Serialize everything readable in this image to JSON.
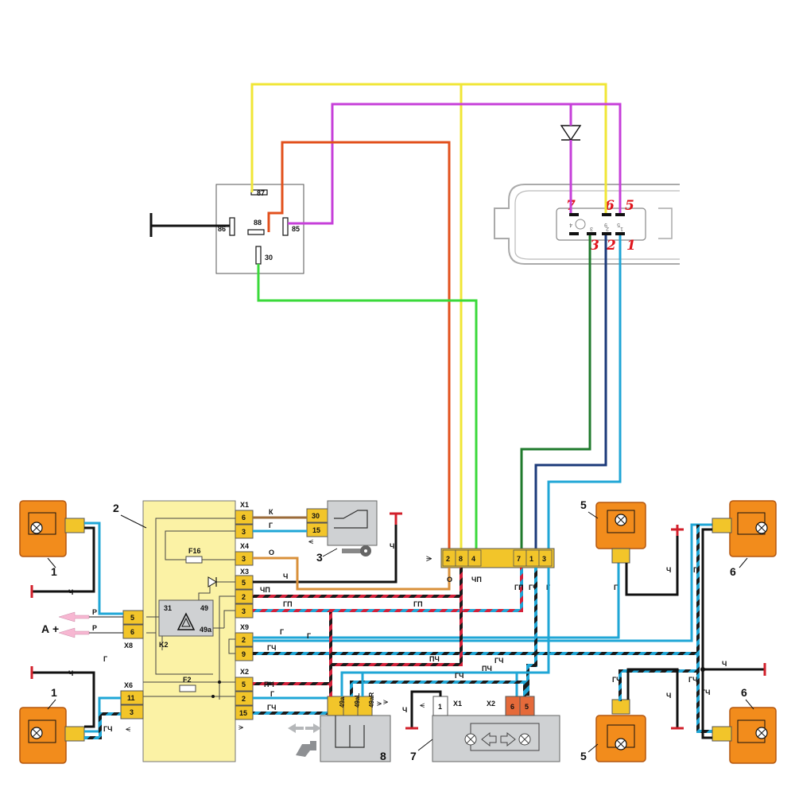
{
  "relay": {
    "pins": {
      "p87": "87",
      "p88": "88",
      "p86": "86",
      "p85": "85",
      "p30": "30"
    }
  },
  "module_connector": {
    "pins_top": {
      "p7": "7",
      "p6": "6",
      "p5": "5"
    },
    "pins_bottom": {
      "p3": "3",
      "p2": "2",
      "p1": "1"
    },
    "faint_numbers": {
      "a": "4",
      "b": "9",
      "c": "5",
      "d": "3",
      "e": "2",
      "f": "1"
    }
  },
  "ignition_switch": {
    "pin30": "30",
    "pin15": "15",
    "wire_k": "К",
    "wire_g": "Г",
    "label": "3"
  },
  "mount_block": {
    "label": "2",
    "x1": {
      "title": "X1",
      "p1": "6",
      "p2": "3"
    },
    "x4": {
      "title": "X4",
      "p1": "3"
    },
    "x3": {
      "title": "X3",
      "p1": "5",
      "p2": "2",
      "p3": "3"
    },
    "x9": {
      "title": "X9",
      "p1": "2",
      "p2": "9"
    },
    "x2": {
      "title": "X2",
      "p1": "5",
      "p2": "2",
      "p3": "15"
    },
    "f16": "F16",
    "f2": "F2",
    "relay_k2": {
      "name": "K2",
      "t31": "31",
      "t49": "49",
      "t49a": "49а"
    },
    "x8": {
      "title": "X8",
      "p1": "5",
      "p2": "6"
    },
    "x6": {
      "title": "X6",
      "p1": "11",
      "p2": "3"
    }
  },
  "connector_block": {
    "pins": [
      "2",
      "8",
      "4",
      "7",
      "1",
      "3"
    ]
  },
  "wire_labels": {
    "o1": "О",
    "o2": "О",
    "ch_x3": "Ч",
    "chp": "ЧП",
    "chp2": "ЧП",
    "gp1": "ГП",
    "gp2": "ГП",
    "gp3": "ГП",
    "g1": "Г",
    "g2": "Г",
    "g3": "Г",
    "gch1": "ГЧ",
    "gch2": "ГЧ",
    "gch3": "ГЧ",
    "gch4": "ГЧ",
    "gch5": "ГЧ",
    "pch1": "ПЧ",
    "pch2": "ПЧ",
    "pch3": "ПЧ",
    "g_top": "Г",
    "gch_top": "ГЧ",
    "ch_left1": "Ч",
    "ch_left2": "Ч",
    "r1": "Р",
    "r2": "Р",
    "g_left": "Г",
    "gch_left": "ГЧ",
    "ch_ign": "Ч",
    "ch_r5": "Ч",
    "g_r5": "Г",
    "g_r6": "Г",
    "gch_r5b": "ГЧ",
    "ch_r5b": "Ч",
    "ch_mid": "Ч",
    "gch_mid": "ГЧ",
    "ch_b7": "Ч"
  },
  "source": {
    "label": "А +"
  },
  "lamps": {
    "l1a": "1",
    "l1b": "1",
    "l5a": "5",
    "l5b": "5",
    "l6a": "6",
    "l6b": "6"
  },
  "switch_8": {
    "label": "8",
    "t1": "49а",
    "t2": "49аL",
    "t3": "49аR"
  },
  "relay_7": {
    "label": "7",
    "x1": "X1",
    "x2": "X2",
    "p1": "1",
    "p6": "6",
    "p5": "5"
  }
}
